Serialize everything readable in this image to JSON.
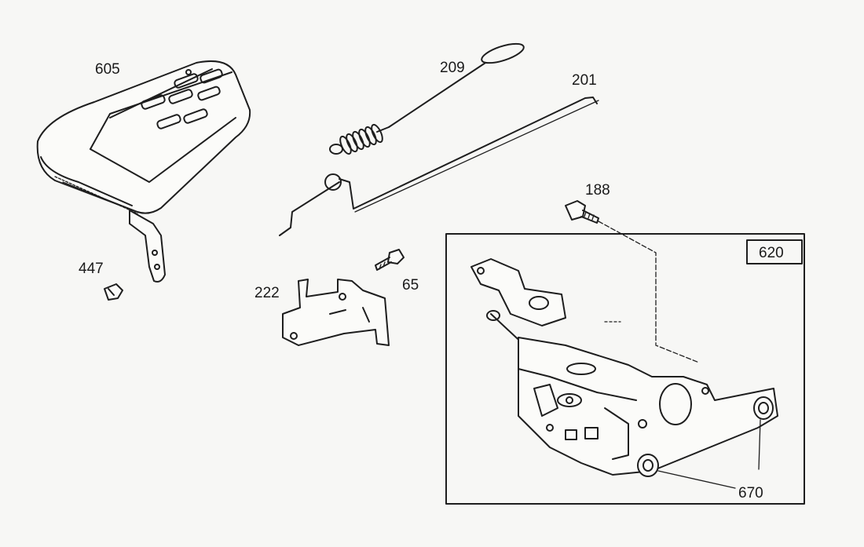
{
  "diagram": {
    "callouts": {
      "605": "605",
      "209": "209",
      "201": "201",
      "188": "188",
      "620": "620",
      "447": "447",
      "222": "222",
      "65": "65",
      "670": "670"
    }
  }
}
